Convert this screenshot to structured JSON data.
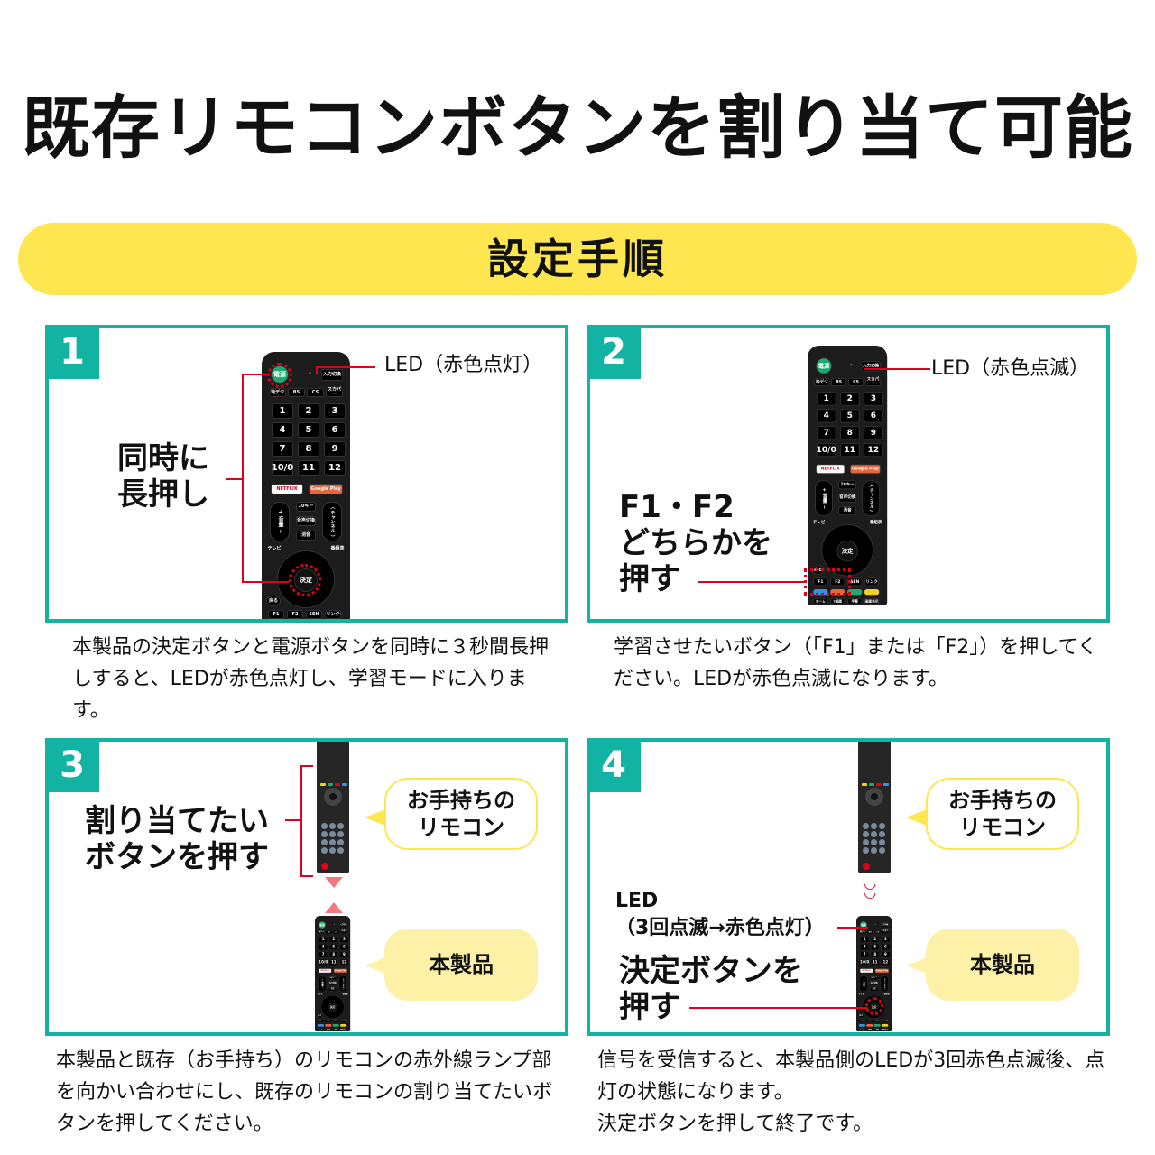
{
  "title": "既存リモコンボタンを割り当て可能",
  "band": "設定手順",
  "colors": {
    "teal": "#13b3a4",
    "yellow": "#fde64f",
    "red": "#e0001b"
  },
  "remote": {
    "power": "電源",
    "input": "入力切換",
    "broadcast": [
      "地デジ",
      "BS",
      "CS",
      "スカパー"
    ],
    "numbers": [
      "1",
      "2",
      "3",
      "4",
      "5",
      "6",
      "7",
      "8",
      "9",
      "10/0",
      "11",
      "12"
    ],
    "netflix": "NETFLIX",
    "google_play": "Google Play",
    "tenkey": "10キー",
    "volume": "音量",
    "audio": "音声切換",
    "mute": "消音",
    "channel": "チャンネル",
    "tv": "テレビ",
    "guide": "番組表",
    "ok": "決定",
    "back": "戻る",
    "fkeys": [
      "F1",
      "F2",
      "SEN",
      "リンク"
    ],
    "bottom": [
      "ホーム",
      "2画面",
      "字幕",
      "画面表示"
    ]
  },
  "steps": [
    {
      "number": "1",
      "callout": "同時に\n長押し",
      "led_label": "LED（赤色点灯）",
      "description": "本製品の決定ボタンと電源ボタンを同時に３秒間長押しすると、LEDが赤色点灯し、学習モードに入ります。"
    },
    {
      "number": "2",
      "callout": "F1・F2\nどちらかを\n押す",
      "led_label": "LED（赤色点滅）",
      "description": "学習させたいボタン（「F1」または「F2」）を押してください。LEDが赤色点滅になります。"
    },
    {
      "number": "3",
      "callout": "割り当てたい\nボタンを押す",
      "bubble_existing": "お手持ちの\nリモコン",
      "bubble_product": "本製品",
      "description": "本製品と既存（お手持ち）のリモコンの赤外線ランプ部を向かい合わせにし、既存のリモコンの割り当てたいボタンを押してください。"
    },
    {
      "number": "4",
      "led_label": "LED\n（3回点滅→赤色点灯）",
      "callout": "決定ボタンを\n押す",
      "bubble_existing": "お手持ちの\nリモコン",
      "bubble_product": "本製品",
      "description": "信号を受信すると、本製品側のLEDが3回赤色点滅後、点灯の状態になります。\n決定ボタンを押して終了です。"
    }
  ]
}
